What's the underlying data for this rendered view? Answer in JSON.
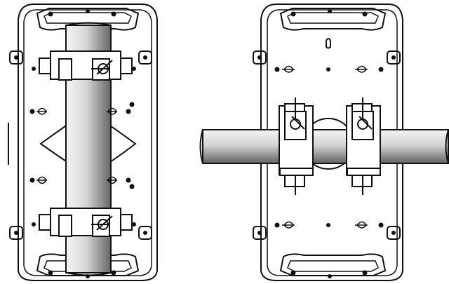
{
  "colors": {
    "outline": "#111111",
    "background": "#ffffff",
    "pipe_light": "#f2f2f2",
    "pipe_dark": "#6c6c6c"
  },
  "icons": [
    "mounting-base-plate",
    "pipe",
    "pipe-clamp",
    "lock-bolt",
    "handle-bracket"
  ]
}
